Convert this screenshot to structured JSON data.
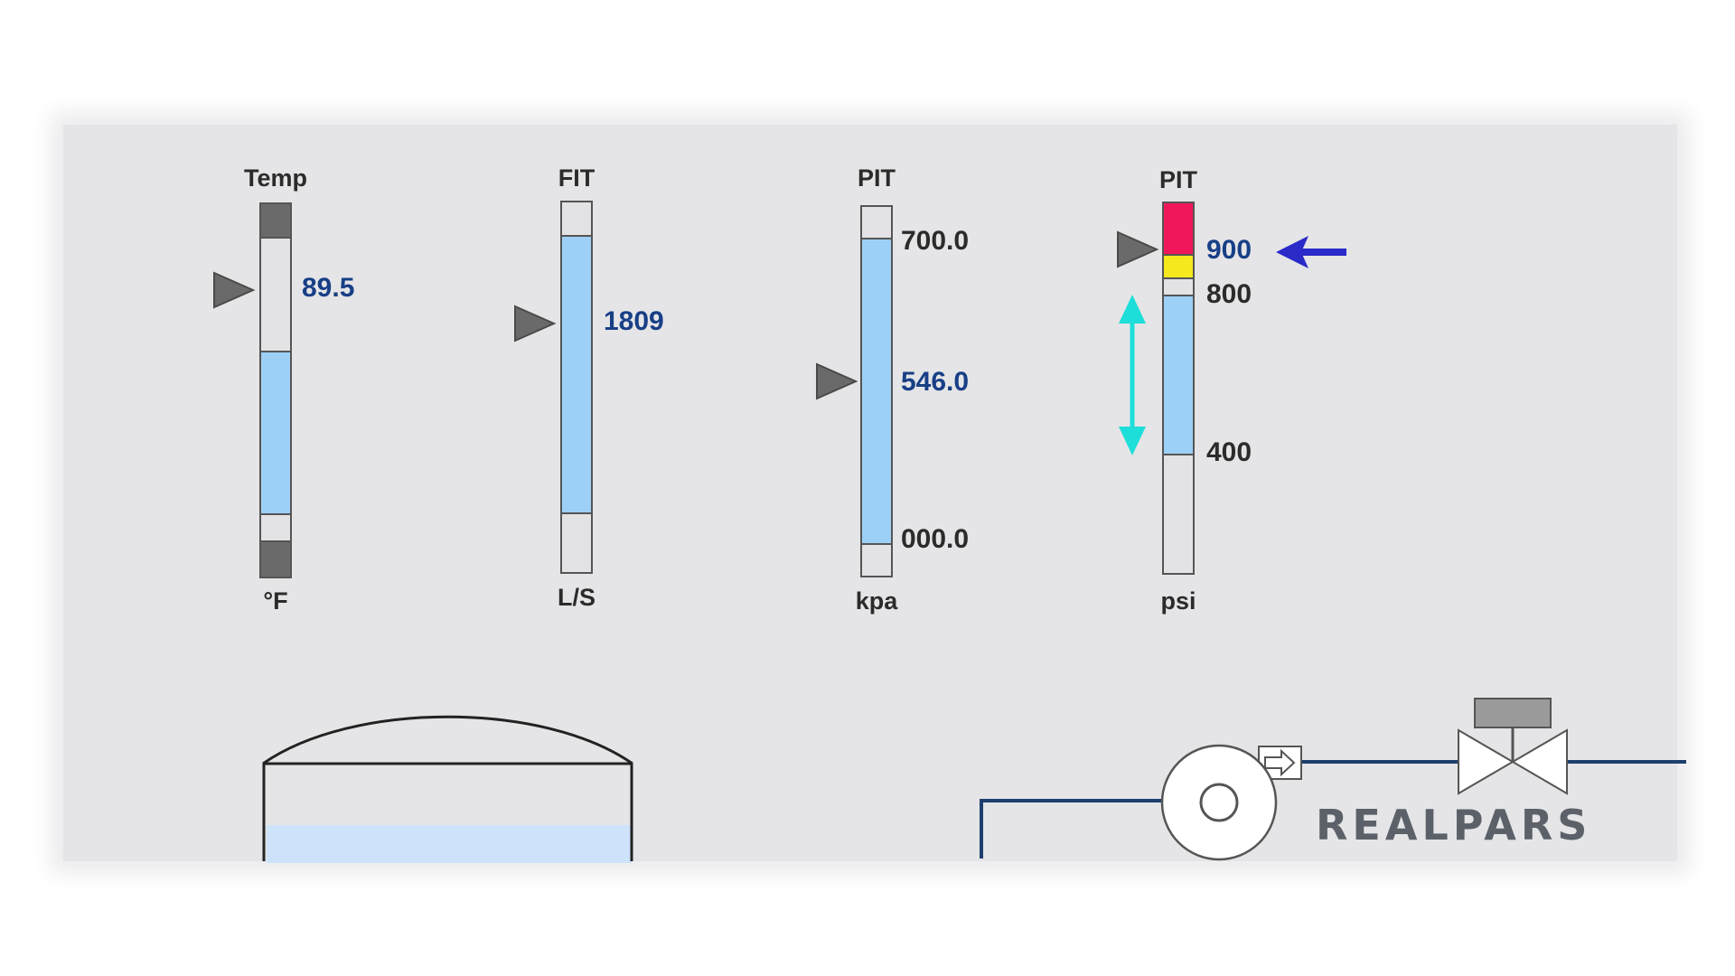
{
  "bars": [
    {
      "title": "Temp",
      "value": "89.5",
      "unit": "°F"
    },
    {
      "title": "FIT",
      "value": "1809",
      "unit": "L/S"
    },
    {
      "title": "PIT",
      "value": "546.0",
      "unit": "kpa",
      "scale_top": "700.0",
      "scale_bottom": "000.0"
    },
    {
      "title": "PIT",
      "value": "900",
      "unit": "psi",
      "scale_high": "800",
      "scale_low": "400"
    }
  ],
  "logo": "REALPARS",
  "colors": {
    "panel": "#e5e5e7",
    "fill": "#9dd0f6",
    "empty": "#e3e3e5",
    "dark_cap": "#6a6a6a",
    "alarm_high": "#f0185a",
    "alarm_warn": "#f5e81c",
    "value_text": "#183f86",
    "blue_arrow": "#2a2ac8",
    "cyan_arrow": "#1dded8",
    "pipe": "#1e3f6e",
    "tank_liquid": "#cde3fa"
  }
}
